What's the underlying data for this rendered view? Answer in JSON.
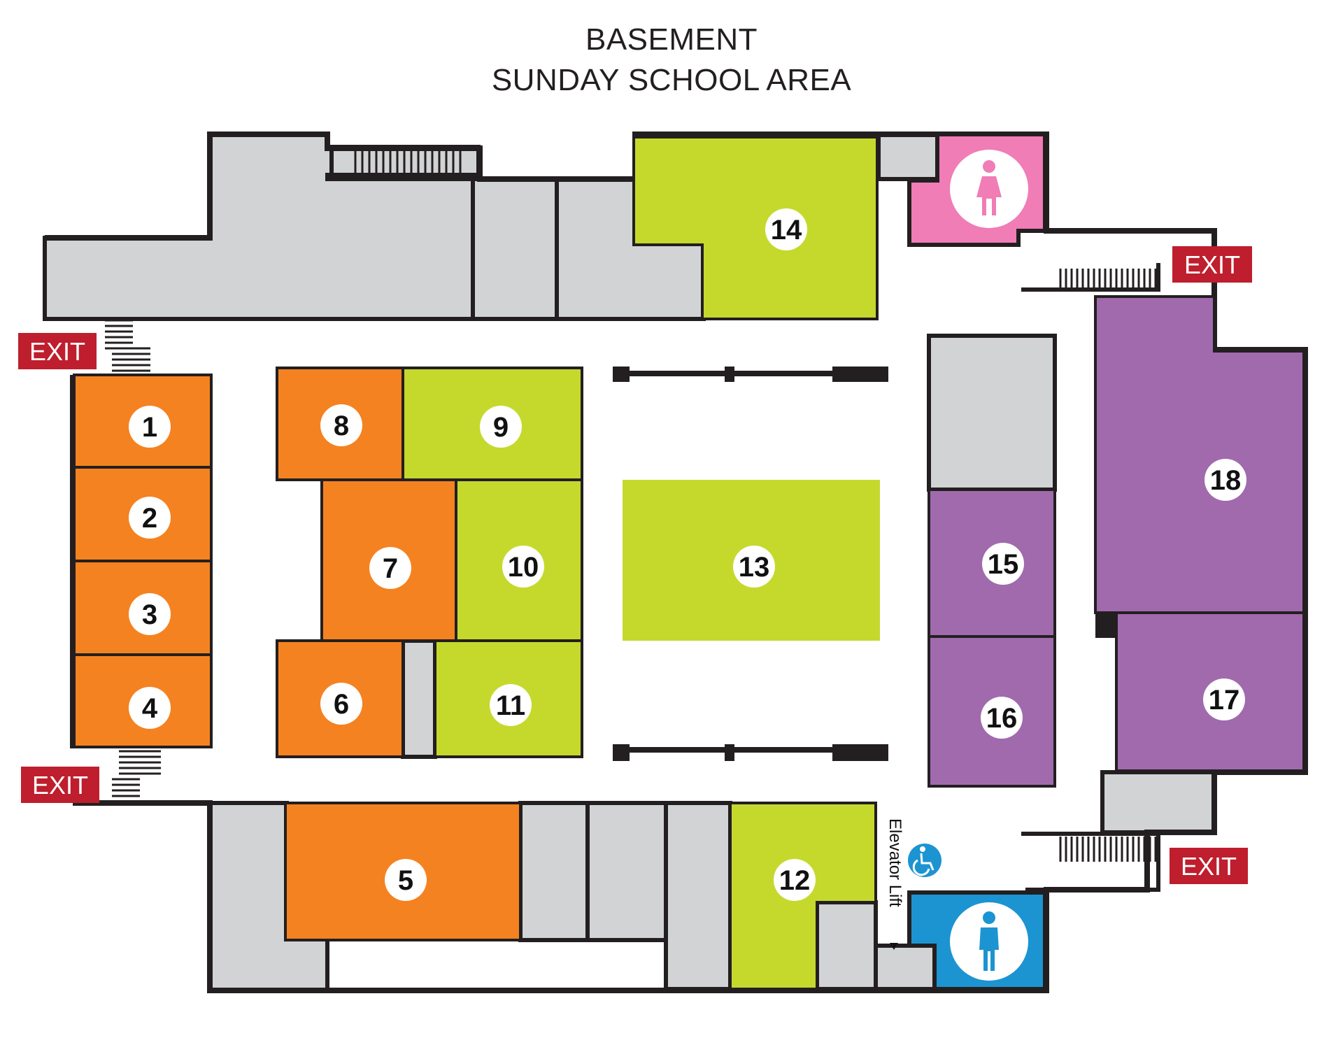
{
  "header": {
    "title_line1": "BASEMENT",
    "title_line2": "SUNDAY SCHOOL AREA"
  },
  "colors": {
    "orange": "#f58220",
    "green": "#c5d92d",
    "purple": "#a06aad",
    "pink": "#f07db5",
    "blue": "#1c94d1",
    "gray": "#d1d3d4",
    "exit_red": "#be1e2d",
    "wall": "#231f20"
  },
  "rooms": [
    {
      "id": "room-1",
      "number": "1",
      "color": "orange"
    },
    {
      "id": "room-2",
      "number": "2",
      "color": "orange"
    },
    {
      "id": "room-3",
      "number": "3",
      "color": "orange"
    },
    {
      "id": "room-4",
      "number": "4",
      "color": "orange"
    },
    {
      "id": "room-5",
      "number": "5",
      "color": "orange"
    },
    {
      "id": "room-6",
      "number": "6",
      "color": "orange"
    },
    {
      "id": "room-7",
      "number": "7",
      "color": "orange"
    },
    {
      "id": "room-8",
      "number": "8",
      "color": "orange"
    },
    {
      "id": "room-9",
      "number": "9",
      "color": "green"
    },
    {
      "id": "room-10",
      "number": "10",
      "color": "green"
    },
    {
      "id": "room-11",
      "number": "11",
      "color": "green"
    },
    {
      "id": "room-12",
      "number": "12",
      "color": "green"
    },
    {
      "id": "room-13",
      "number": "13",
      "color": "green"
    },
    {
      "id": "room-14",
      "number": "14",
      "color": "green"
    },
    {
      "id": "room-15",
      "number": "15",
      "color": "purple"
    },
    {
      "id": "room-16",
      "number": "16",
      "color": "purple"
    },
    {
      "id": "room-17",
      "number": "17",
      "color": "purple"
    },
    {
      "id": "room-18",
      "number": "18",
      "color": "purple"
    }
  ],
  "exits": [
    {
      "id": "exit-top-left",
      "label": "EXIT"
    },
    {
      "id": "exit-bottom-left",
      "label": "EXIT"
    },
    {
      "id": "exit-top-right",
      "label": "EXIT"
    },
    {
      "id": "exit-bottom-right",
      "label": "EXIT"
    }
  ],
  "elevator": {
    "label": "Elevator Lift"
  },
  "icons": {
    "womens_restroom": "female-restroom-icon",
    "mens_restroom": "male-restroom-icon",
    "accessibility": "wheelchair-accessible-icon"
  }
}
